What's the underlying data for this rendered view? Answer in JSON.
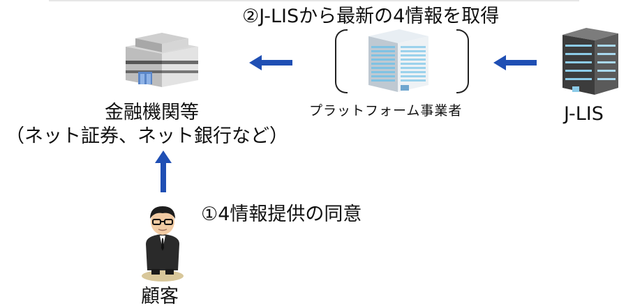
{
  "labels": {
    "step2": "②J-LISから最新の4情報を取得",
    "financial_institution": "金融機関等",
    "financial_institution_examples": "（ネット証券、ネット銀行など）",
    "platform_operator": "プラットフォーム事業者",
    "jlis": "J-LIS",
    "step1": "①4情報提供の同意",
    "customer": "顧客"
  },
  "colors": {
    "arrow": "#1f4fb4",
    "text": "#111111"
  },
  "icons": {
    "financial_institution": "office-building-icon",
    "platform_operator": "office-tower-icon",
    "jlis": "data-center-icon",
    "customer": "businessman-icon"
  },
  "flow": [
    {
      "from": "customer",
      "to": "financial_institution",
      "direction": "up"
    },
    {
      "from": "jlis",
      "to": "platform_operator",
      "direction": "left"
    },
    {
      "from": "platform_operator",
      "to": "financial_institution",
      "direction": "left"
    }
  ]
}
